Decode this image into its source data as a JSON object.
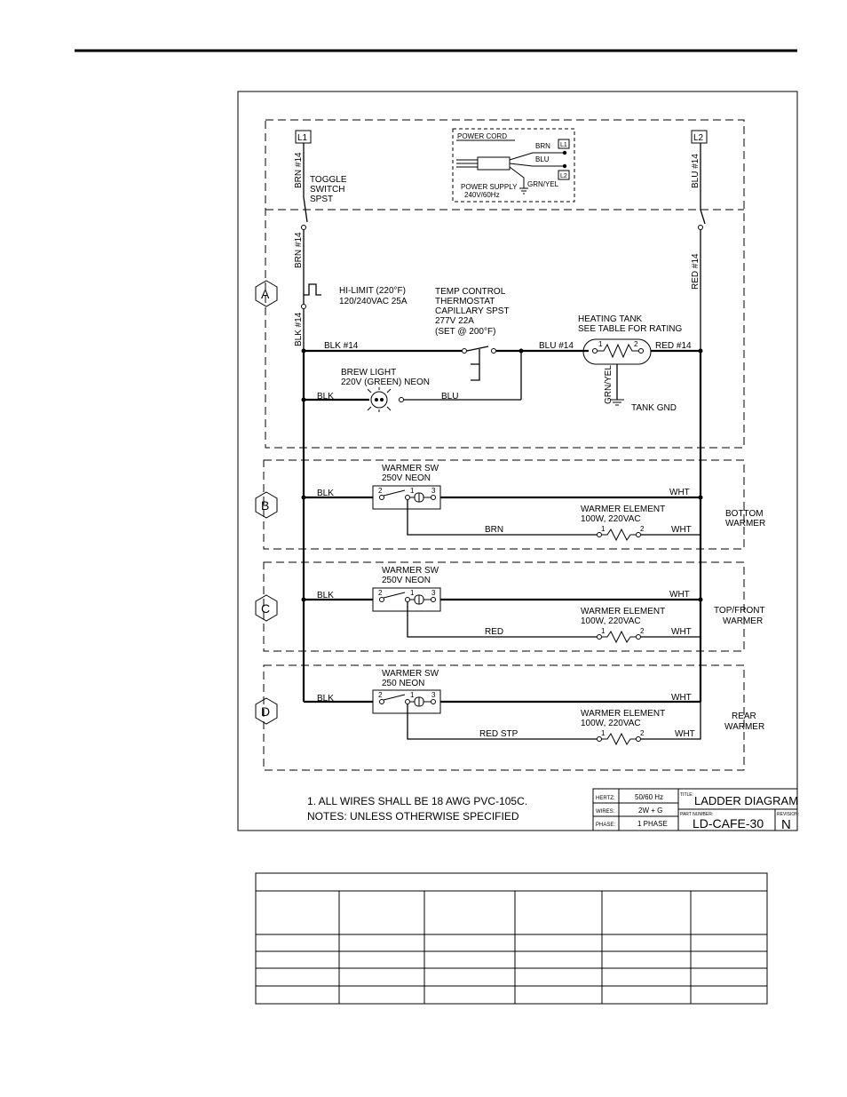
{
  "diagram": {
    "power_cord": {
      "title": "POWER CORD",
      "brn": "BRN",
      "blu": "BLU",
      "l1": "L1",
      "l2": "L2",
      "ground": "GRN/YEL",
      "supply_line1": "POWER SUPPLY",
      "supply_line2": "240V/60Hz"
    },
    "terminals": {
      "l1": "L1",
      "l2": "L2"
    },
    "section_labels": {
      "a": "A",
      "b": "B",
      "c": "C",
      "d": "D"
    },
    "wire_labels": {
      "brn14_top": "BRN #14",
      "brn14_mid": "BRN #14",
      "blk14_vert": "BLK #14",
      "blu14_vert": "BLU #14",
      "red14_vert": "RED #14",
      "blk14_horiz": "BLK #14",
      "blu14_horiz": "BLU #14",
      "red14_horiz": "RED #14",
      "blk_brew": "BLK",
      "blu_brew": "BLU",
      "grn_yel": "GRN/YEL",
      "tank_gnd": "TANK GND"
    },
    "components": {
      "toggle": [
        "TOGGLE",
        "SWITCH",
        "SPST"
      ],
      "hilimit": [
        "HI-LIMIT (220°F)",
        "120/240VAC 25A"
      ],
      "temp_control": [
        "TEMP CONTROL",
        "THERMOSTAT",
        "CAPILLARY SPST",
        "277V 22A",
        "(SET @ 200°F)"
      ],
      "heating_tank": [
        "HEATING TANK",
        "SEE TABLE FOR RATING"
      ],
      "brew_light": [
        "BREW LIGHT",
        "220V (GREEN) NEON"
      ]
    },
    "warmers": [
      {
        "sw_line1": "WARMER SW",
        "sw_line2": "250V NEON",
        "blk": "BLK",
        "wht_top": "WHT",
        "el_line1": "WARMER ELEMENT",
        "el_line2": "100W, 220VAC",
        "wire": "BRN",
        "wht_bot": "WHT",
        "name_line1": "BOTTOM",
        "name_line2": "WARMER"
      },
      {
        "sw_line1": "WARMER SW",
        "sw_line2": "250V NEON",
        "blk": "BLK",
        "wht_top": "WHT",
        "el_line1": "WARMER ELEMENT",
        "el_line2": "100W, 220VAC",
        "wire": "RED",
        "wht_bot": "WHT",
        "name_line1": "TOP/FRONT",
        "name_line2": "WARMER"
      },
      {
        "sw_line1": "WARMER SW",
        "sw_line2": "250 NEON",
        "blk": "BLK",
        "wht_top": "WHT",
        "el_line1": "WARMER ELEMENT",
        "el_line2": "100W, 220VAC",
        "wire": "RED STP",
        "wht_bot": "WHT",
        "name_line1": "REAR",
        "name_line2": "WARMER"
      }
    ],
    "terminal_numbers": {
      "one": "1",
      "two": "2",
      "three": "3"
    },
    "notes": {
      "line1": "1. ALL WIRES SHALL BE 18 AWG PVC-105C.",
      "line2": "NOTES: UNLESS OTHERWISE SPECIFIED"
    },
    "title_block": {
      "hertz_label": "HERTZ:",
      "hertz_value": "50/60 Hz",
      "wires_label": "WIRES:",
      "wires_value": "2W + G",
      "phase_label": "PHASE:",
      "phase_value": "1 PHASE",
      "title_label": "TITLE:",
      "title_value": "LADDER DIAGRAM",
      "part_label": "PART NUMBER:",
      "part_value": "LD-CAFE-30",
      "rev_label": "REVISION:",
      "rev_value": "N"
    }
  },
  "rating_table": {
    "columns": 6,
    "body_rows": 4
  }
}
